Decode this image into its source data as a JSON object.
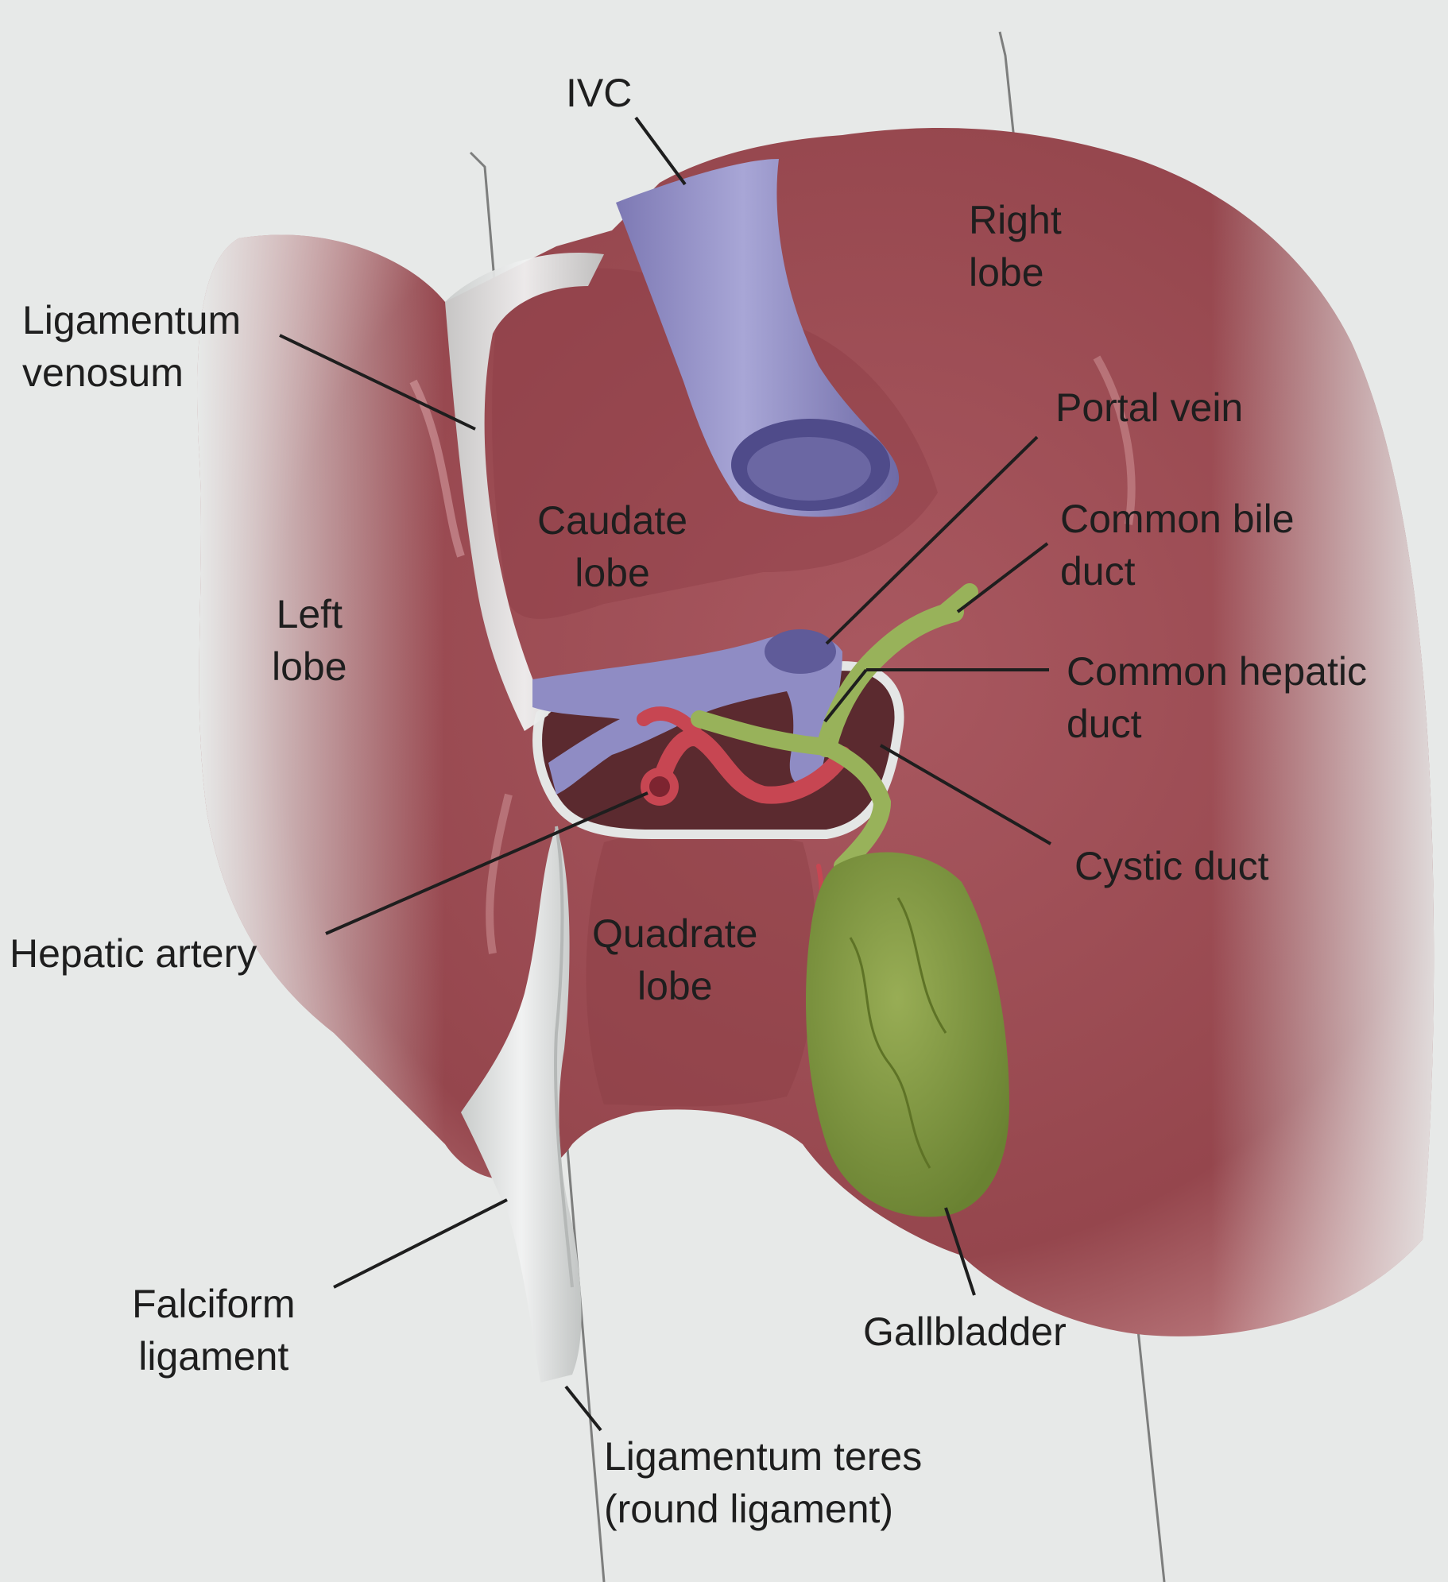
{
  "figure": {
    "colors": {
      "paper": "#e7e9e8",
      "liver": "#9c4f55",
      "liver_highlight": "#c47a7f",
      "ivc_portal_vein": "#8f8cc4",
      "bile_ducts": "#98b25a",
      "gallbladder": "#7f9640",
      "hepatic_artery": "#c74652",
      "ligament": "#d9dcdb",
      "leader_line": "#1e1e1e"
    },
    "labels": {
      "ivc": "IVC",
      "right_lobe": "Right\nlobe",
      "ligamentum_venosum": "Ligamentum\nvenosum",
      "portal_vein": "Portal vein",
      "caudate_lobe": "Caudate\nlobe",
      "common_bile_duct": "Common bile\nduct",
      "left_lobe": "Left\nlobe",
      "common_hepatic_duct": "Common hepatic\nduct",
      "cystic_duct": "Cystic duct",
      "hepatic_artery": "Hepatic artery",
      "quadrate_lobe": "Quadrate\nlobe",
      "falciform_ligament": "Falciform\nligament",
      "gallbladder": "Gallbladder",
      "ligamentum_teres": "Ligamentum teres\n(round ligament)"
    }
  }
}
